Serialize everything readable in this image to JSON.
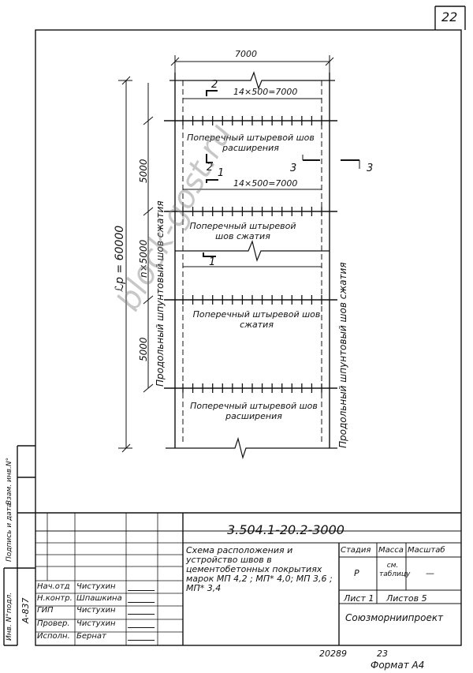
{
  "sheet_number": "22",
  "drawing": {
    "top_width": "7000",
    "span_top": "14×500=7000",
    "span_mid": "14×500=7000",
    "section_2_top": "2",
    "section_2_bottom": "2",
    "section_1_top": "1",
    "section_1_bottom": "1",
    "section_3_left": "3",
    "section_3_right": "3",
    "label_expansion_top": "Поперечный штыревой шов расширения",
    "label_compression_1": "Поперечный штыревой шов сжатия",
    "label_compression_2": "Поперечный штыревой шов сжатия",
    "label_expansion_bottom": "Поперечный штыревой шов расширения",
    "dim_5000_top": "5000",
    "dim_n5000": "n×5000",
    "dim_5000_bottom": "5000",
    "dim_total": "ℒp = 60000",
    "longitudinal_left": "Продольный шпунтовый шов сжатия",
    "longitudinal_right": "Продольный шпунтовый шов сжатия"
  },
  "left_strip": {
    "inv_podl": "Инв. N°подл.",
    "podpis": "Подпись и дата",
    "vzam": "Взам. инв.N°",
    "inv_value": "А-837"
  },
  "title_block": {
    "code": "3.504.1-20.2-3000",
    "title": "Схема расположения и устройство швов в цементобетонных покрытиях марок МП 4,2 ; МП* 4,0; МП 3,6 ; МП* 3,4",
    "stage_head": "Стадия",
    "mass_head": "Масса",
    "scale_head": "Масштаб",
    "stage_value": "Р",
    "mass_value": "см. таблицу",
    "scale_value": "—",
    "sheet": "Лист 1",
    "sheets": "Листов 5",
    "org": "Союзморниипроект",
    "roles": [
      {
        "role": "Нач.отд",
        "name": "Чистухин"
      },
      {
        "role": "Н.контр.",
        "name": "Шпашкина"
      },
      {
        "role": "ГИП",
        "name": "Чистухин"
      },
      {
        "role": "Провер.",
        "name": "Чистухин"
      },
      {
        "role": "Исполн.",
        "name": "Бернат"
      }
    ]
  },
  "footer": {
    "left_num": "20289",
    "right_num": "23",
    "format": "Формат А4"
  },
  "watermark": "block-gost.ru"
}
